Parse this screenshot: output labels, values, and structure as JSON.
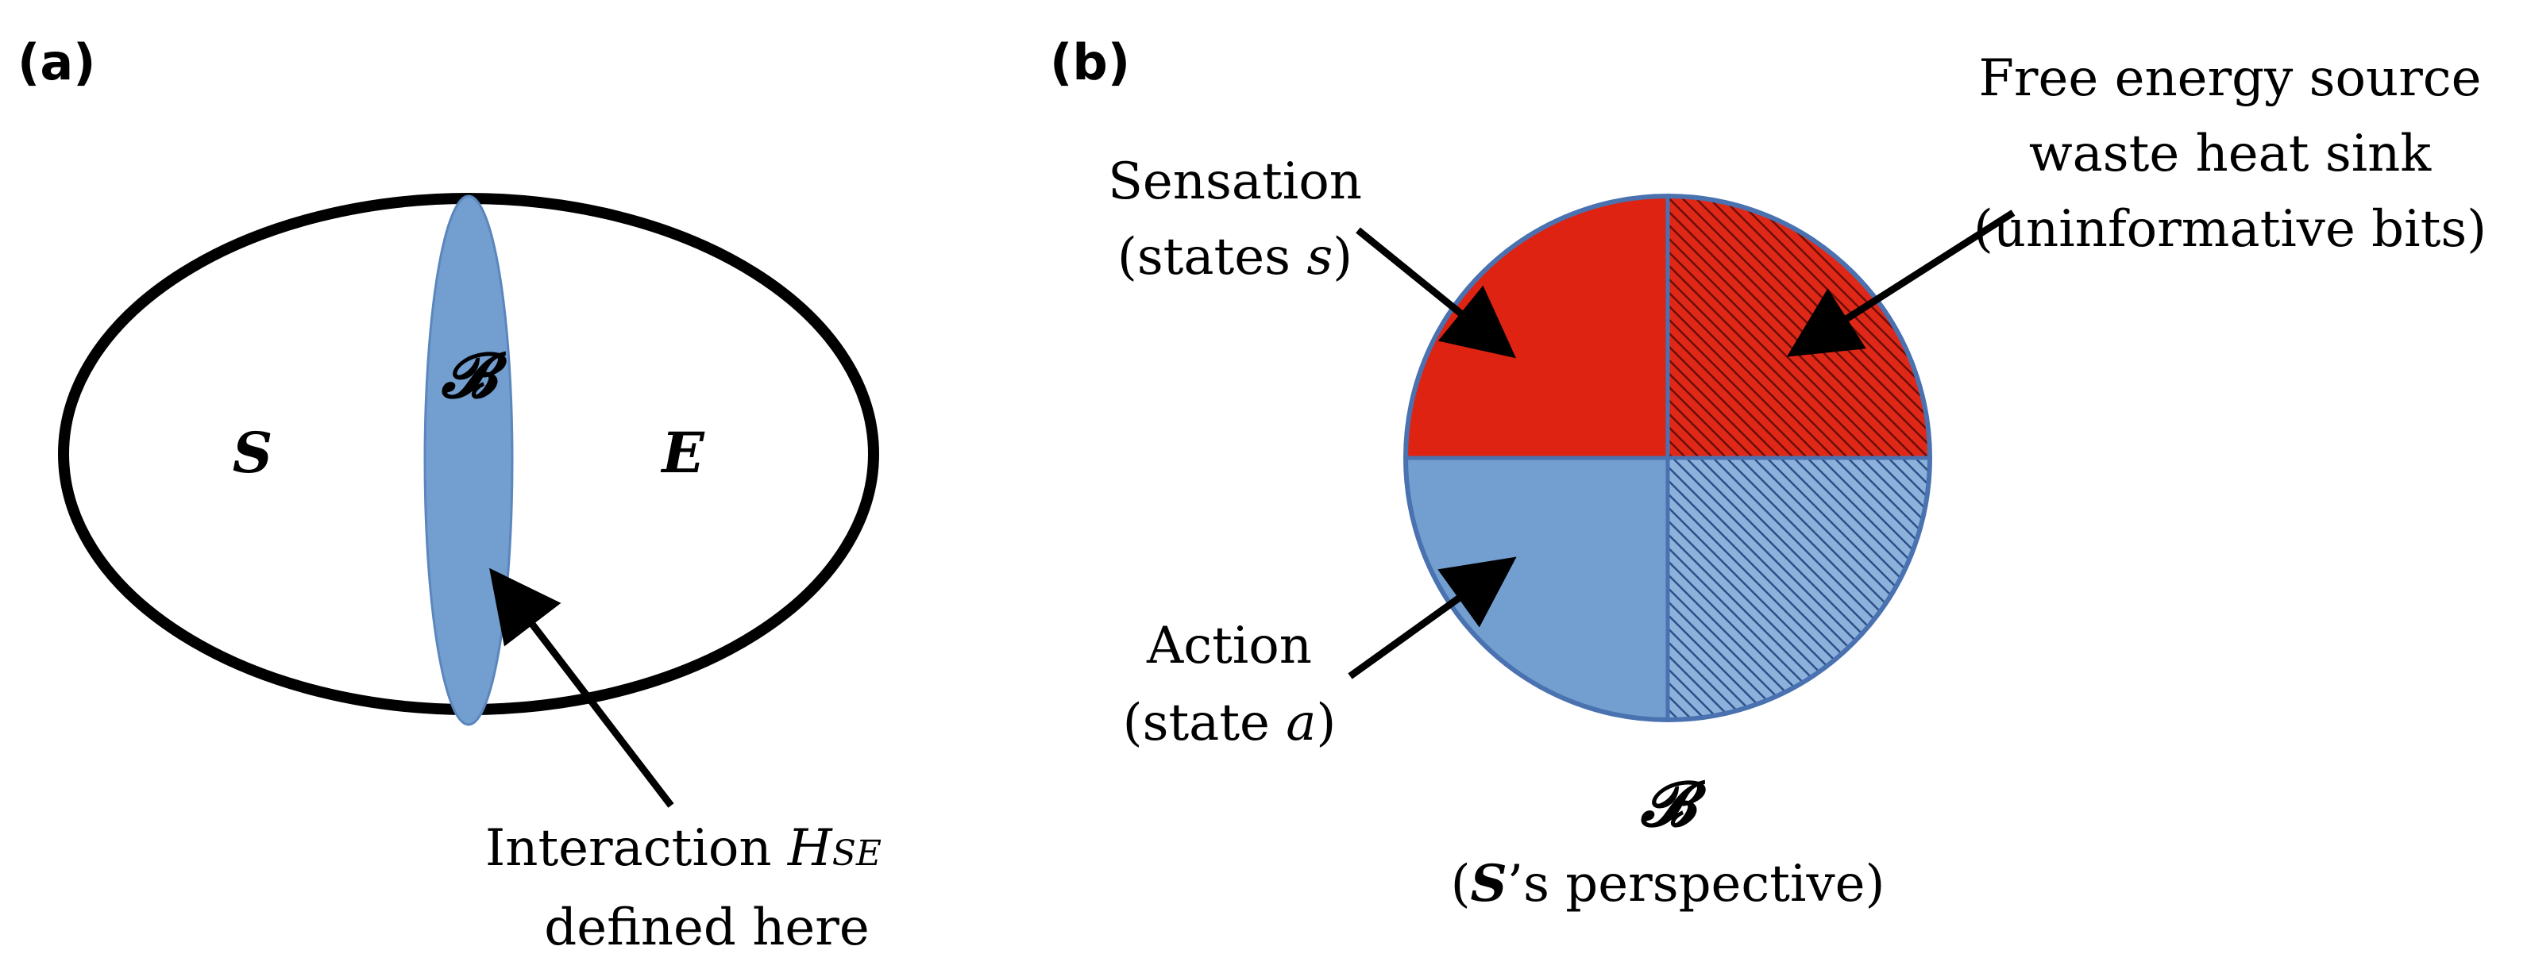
{
  "panel_a": {
    "label": "(a)",
    "region_s": "S",
    "region_e": "E",
    "boundary_symbol": "𝓑",
    "interaction_prefix": "Interaction ",
    "interaction_symbol": "H",
    "interaction_subscript": "SE",
    "interaction_line2": "defined here"
  },
  "panel_b": {
    "label": "(b)",
    "sensation_line1": "Sensation",
    "sensation_prefix": "(states ",
    "sensation_var": "s",
    "sensation_suffix": ")",
    "free_energy_line1": "Free energy source",
    "free_energy_line2": "waste heat sink",
    "free_energy_line3": "(uninformative bits)",
    "action_line1": "Action",
    "action_prefix": "(state ",
    "action_var": "a",
    "action_suffix": ")",
    "caption_symbol": "𝓑",
    "caption_prefix": "(",
    "caption_var": "S",
    "caption_suffix": "’s perspective)"
  },
  "colors": {
    "red": "#de2312",
    "dark_red": "#b01c10",
    "blue": "#729fcf",
    "dark_blue": "#3c64a0",
    "outline": "#4a72b0"
  }
}
